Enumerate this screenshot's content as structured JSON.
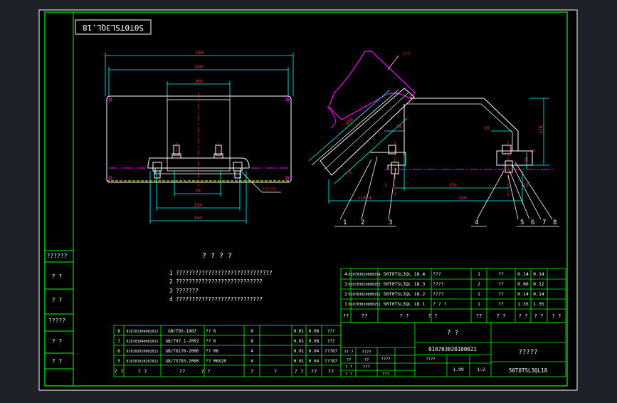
{
  "drawing_number": "50T0TSL3QL18",
  "title_stamp": "50T0TSL3QL.18",
  "front_view": {
    "dims": [
      "286",
      "280",
      "100",
      "70",
      "130",
      "150"
    ],
    "callout": "?????"
  },
  "side_view": {
    "dims": [
      "???",
      "450",
      "24",
      "10",
      "10",
      "110",
      "95",
      "15",
      "150",
      "180",
      "1"
    ],
    "left_dim": "110?4",
    "balloons": [
      "1",
      "2",
      "3",
      "4",
      "5",
      "6",
      "7",
      "8"
    ]
  },
  "left_strip": [
    "??????",
    "? ?",
    "? ?",
    "?????",
    "? ?",
    "? ?"
  ],
  "notes": {
    "title": "? ? ? ?",
    "items": [
      "1 ??????????????????????????????",
      "2 ???????????????????????????",
      "3 ???????",
      "4 ???????????????????????????"
    ]
  },
  "parts_list": [
    {
      "no": "4",
      "code": "010703020000154",
      "name": "50T0TSL3QL 18.4",
      "desc": "???",
      "qty": "1",
      "mat": "??",
      "w1": "0.14",
      "w2": "0.14"
    },
    {
      "no": "3",
      "code": "010703020000153",
      "name": "50T0TSL3QL 18.3",
      "desc": "????",
      "qty": "2",
      "mat": "??",
      "w1": "0.06",
      "w2": "0.12"
    },
    {
      "no": "2",
      "code": "010703020000152",
      "name": "50T0TSL3QL 18.2",
      "desc": "????",
      "qty": "1",
      "mat": "??",
      "w1": "0.14",
      "w2": "0.14"
    },
    {
      "no": "1",
      "code": "010703020000151",
      "name": "50T0TSL3QL 18.1",
      "desc": "? ? ?",
      "qty": "1",
      "mat": "??",
      "w1": "1.35",
      "w2": "1.35"
    }
  ],
  "parts_header": [
    "??",
    "??",
    "? ?",
    "? ?",
    "??",
    "? ?",
    "? ?",
    "? ?",
    "? ?"
  ],
  "std_list": [
    {
      "no": "8",
      "code": "920101304002012",
      "std": "GB/T93-1987",
      "name": "?? 6",
      "qty": "8",
      "w1": "0.01",
      "w2": "0.08",
      "note": "???"
    },
    {
      "no": "7",
      "code": "920101040002012",
      "std": "GB/T97.1-2002",
      "name": "?? 6",
      "qty": "8",
      "w1": "0.01",
      "w2": "0.08",
      "note": "???"
    },
    {
      "no": "6",
      "code": "920102010002012",
      "std": "GB/T6170-2000",
      "name": "?? M6",
      "qty": "4",
      "w1": "0.01",
      "w2": "0.04",
      "note": "???87"
    },
    {
      "no": "5",
      "code": "920101010207012",
      "std": "GB/T5783-2000",
      "name": "?? M6X20",
      "qty": "4",
      "w1": "0.01",
      "w2": "0.04",
      "note": "???87"
    }
  ],
  "std_header": [
    "? ?",
    "? ?",
    "??",
    "? ?",
    "?",
    "?",
    "? ?",
    "??",
    "??"
  ],
  "title_block": {
    "name": "? ?",
    "code": "010703020100021",
    "org": "?????",
    "drawing_no": "50T0TSL3QL18",
    "scale": "1:2",
    "weight": "1.99",
    "sign_cells": [
      "?? ?",
      "????",
      "????",
      "??",
      "??",
      "? ?",
      "???",
      "????",
      "? ?",
      "???"
    ]
  }
}
